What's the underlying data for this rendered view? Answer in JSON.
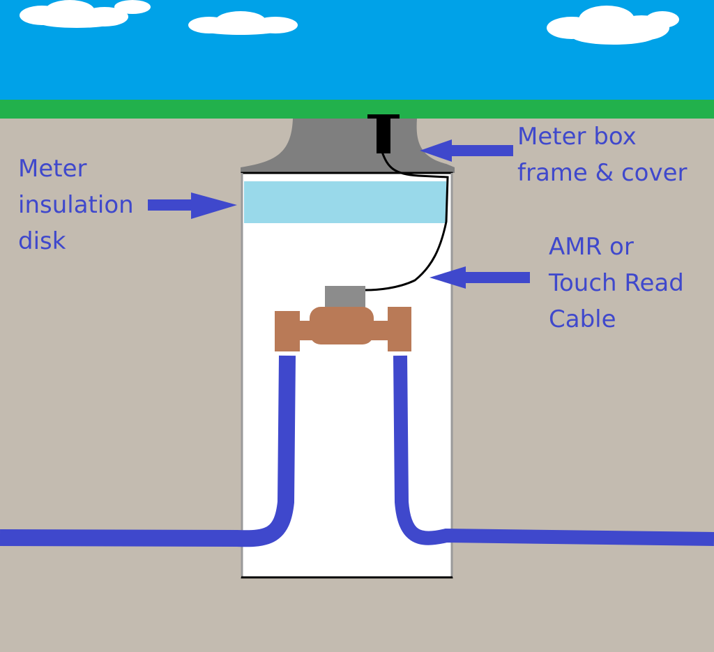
{
  "labels": {
    "insulation": [
      "Meter",
      "insulation",
      "disk"
    ],
    "box": [
      "Meter box",
      "frame & cover"
    ],
    "cable": [
      "AMR or",
      "Touch Read",
      "Cable"
    ]
  },
  "colors": {
    "sky": "#00a2e8",
    "grass": "#22b14c",
    "soil": "#c3bbb0",
    "frame": "#7f7f7f",
    "insulation_disk": "#99d9ea",
    "pipe": "#3f48cc",
    "meter_body": "#b97a57",
    "register": "#8c8c8c",
    "label_text": "#3f48cc",
    "cable": "#000000",
    "box_interior": "#ffffff"
  }
}
